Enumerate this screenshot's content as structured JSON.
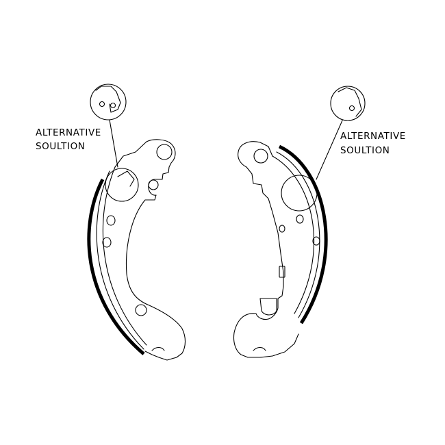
{
  "annotations": {
    "left": {
      "line1": "ALTERNATIVE",
      "line2": "SOULTION"
    },
    "right": {
      "line1": "ALTERNATIVE",
      "line2": "SOULTION"
    }
  },
  "colors": {
    "stroke": "#000000",
    "background": "#ffffff"
  }
}
